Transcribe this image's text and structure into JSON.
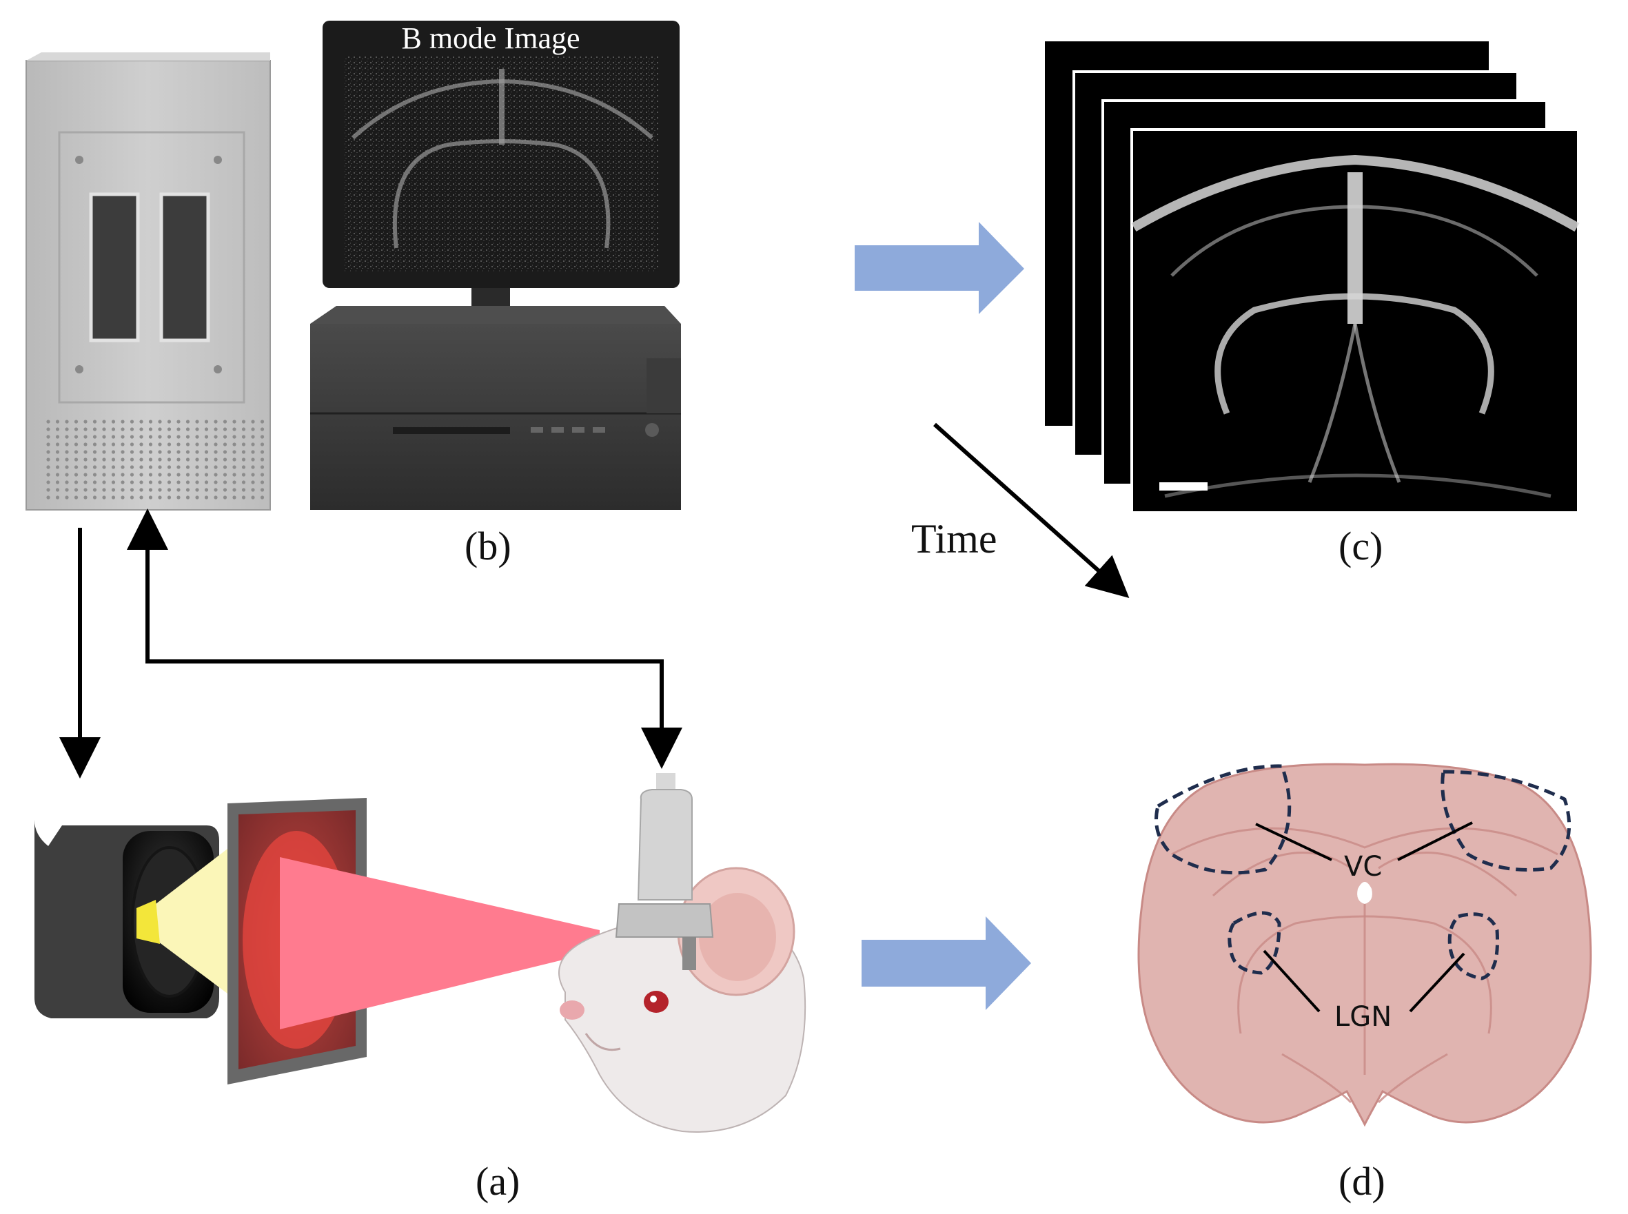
{
  "monitor_title": "B mode Image",
  "time_label": "Time",
  "panels": {
    "a": "(a)",
    "b": "(b)",
    "c": "(c)",
    "d": "(d)"
  },
  "regions": {
    "vc": "VC",
    "lgn": "LGN"
  },
  "colors": {
    "flow_arrow": "#8eaadb",
    "brain_fill": "#e0b4b0",
    "brain_outline": "#c88a86",
    "roi_dashed": "#1f2d4d",
    "laser_beam": "#ff7b8f",
    "light_cone": "#fbf6b8"
  }
}
